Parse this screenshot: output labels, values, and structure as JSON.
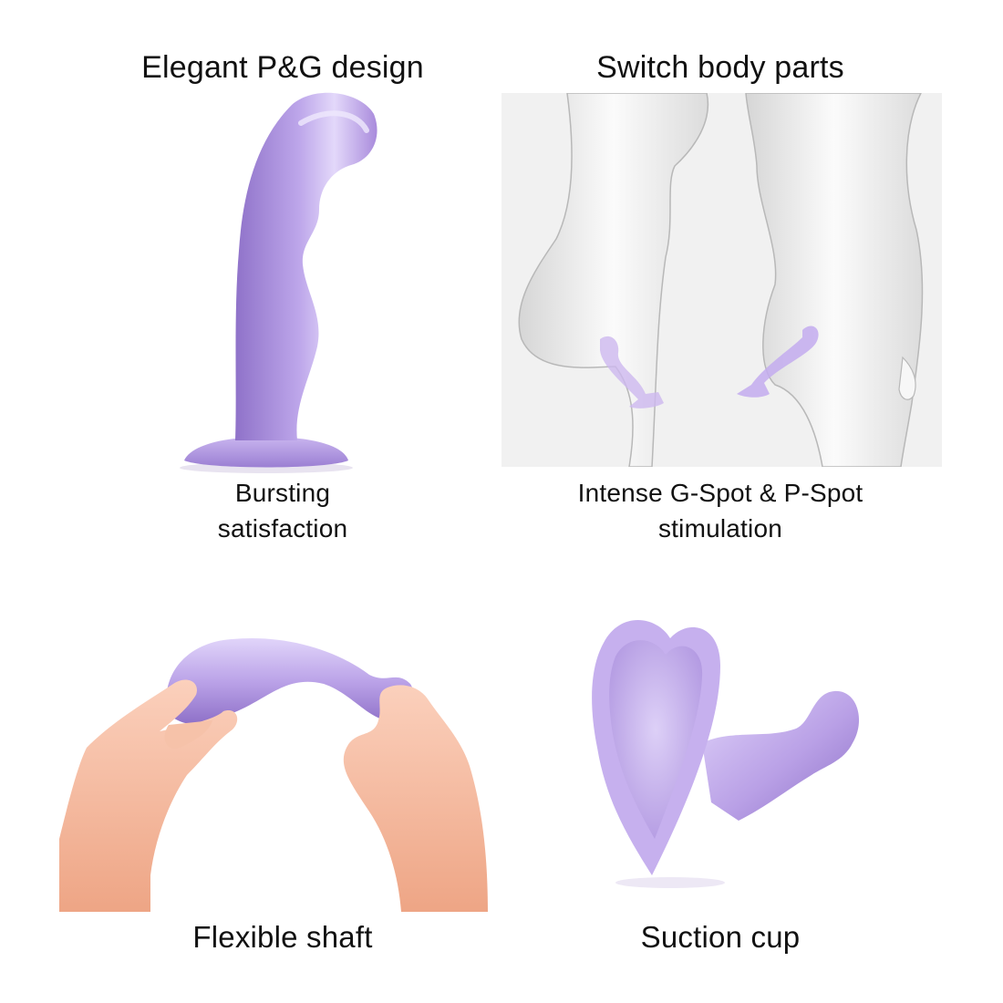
{
  "panels": [
    {
      "title": "Elegant P&G design",
      "caption_line1": "Bursting",
      "caption_line2": "satisfaction"
    },
    {
      "title": "Switch body parts",
      "caption_line1": "Intense G-Spot & P-Spot",
      "caption_line2": "stimulation"
    },
    {
      "label": "Flexible shaft"
    },
    {
      "label": "Suction cup"
    }
  ],
  "colors": {
    "product_lavender": "#b9a0e6",
    "product_shadow": "#8f72c9",
    "product_highlight": "#e6dcfa",
    "body_grey": "#e6e6e6",
    "skin": "#f4b79a",
    "text": "#111111"
  }
}
